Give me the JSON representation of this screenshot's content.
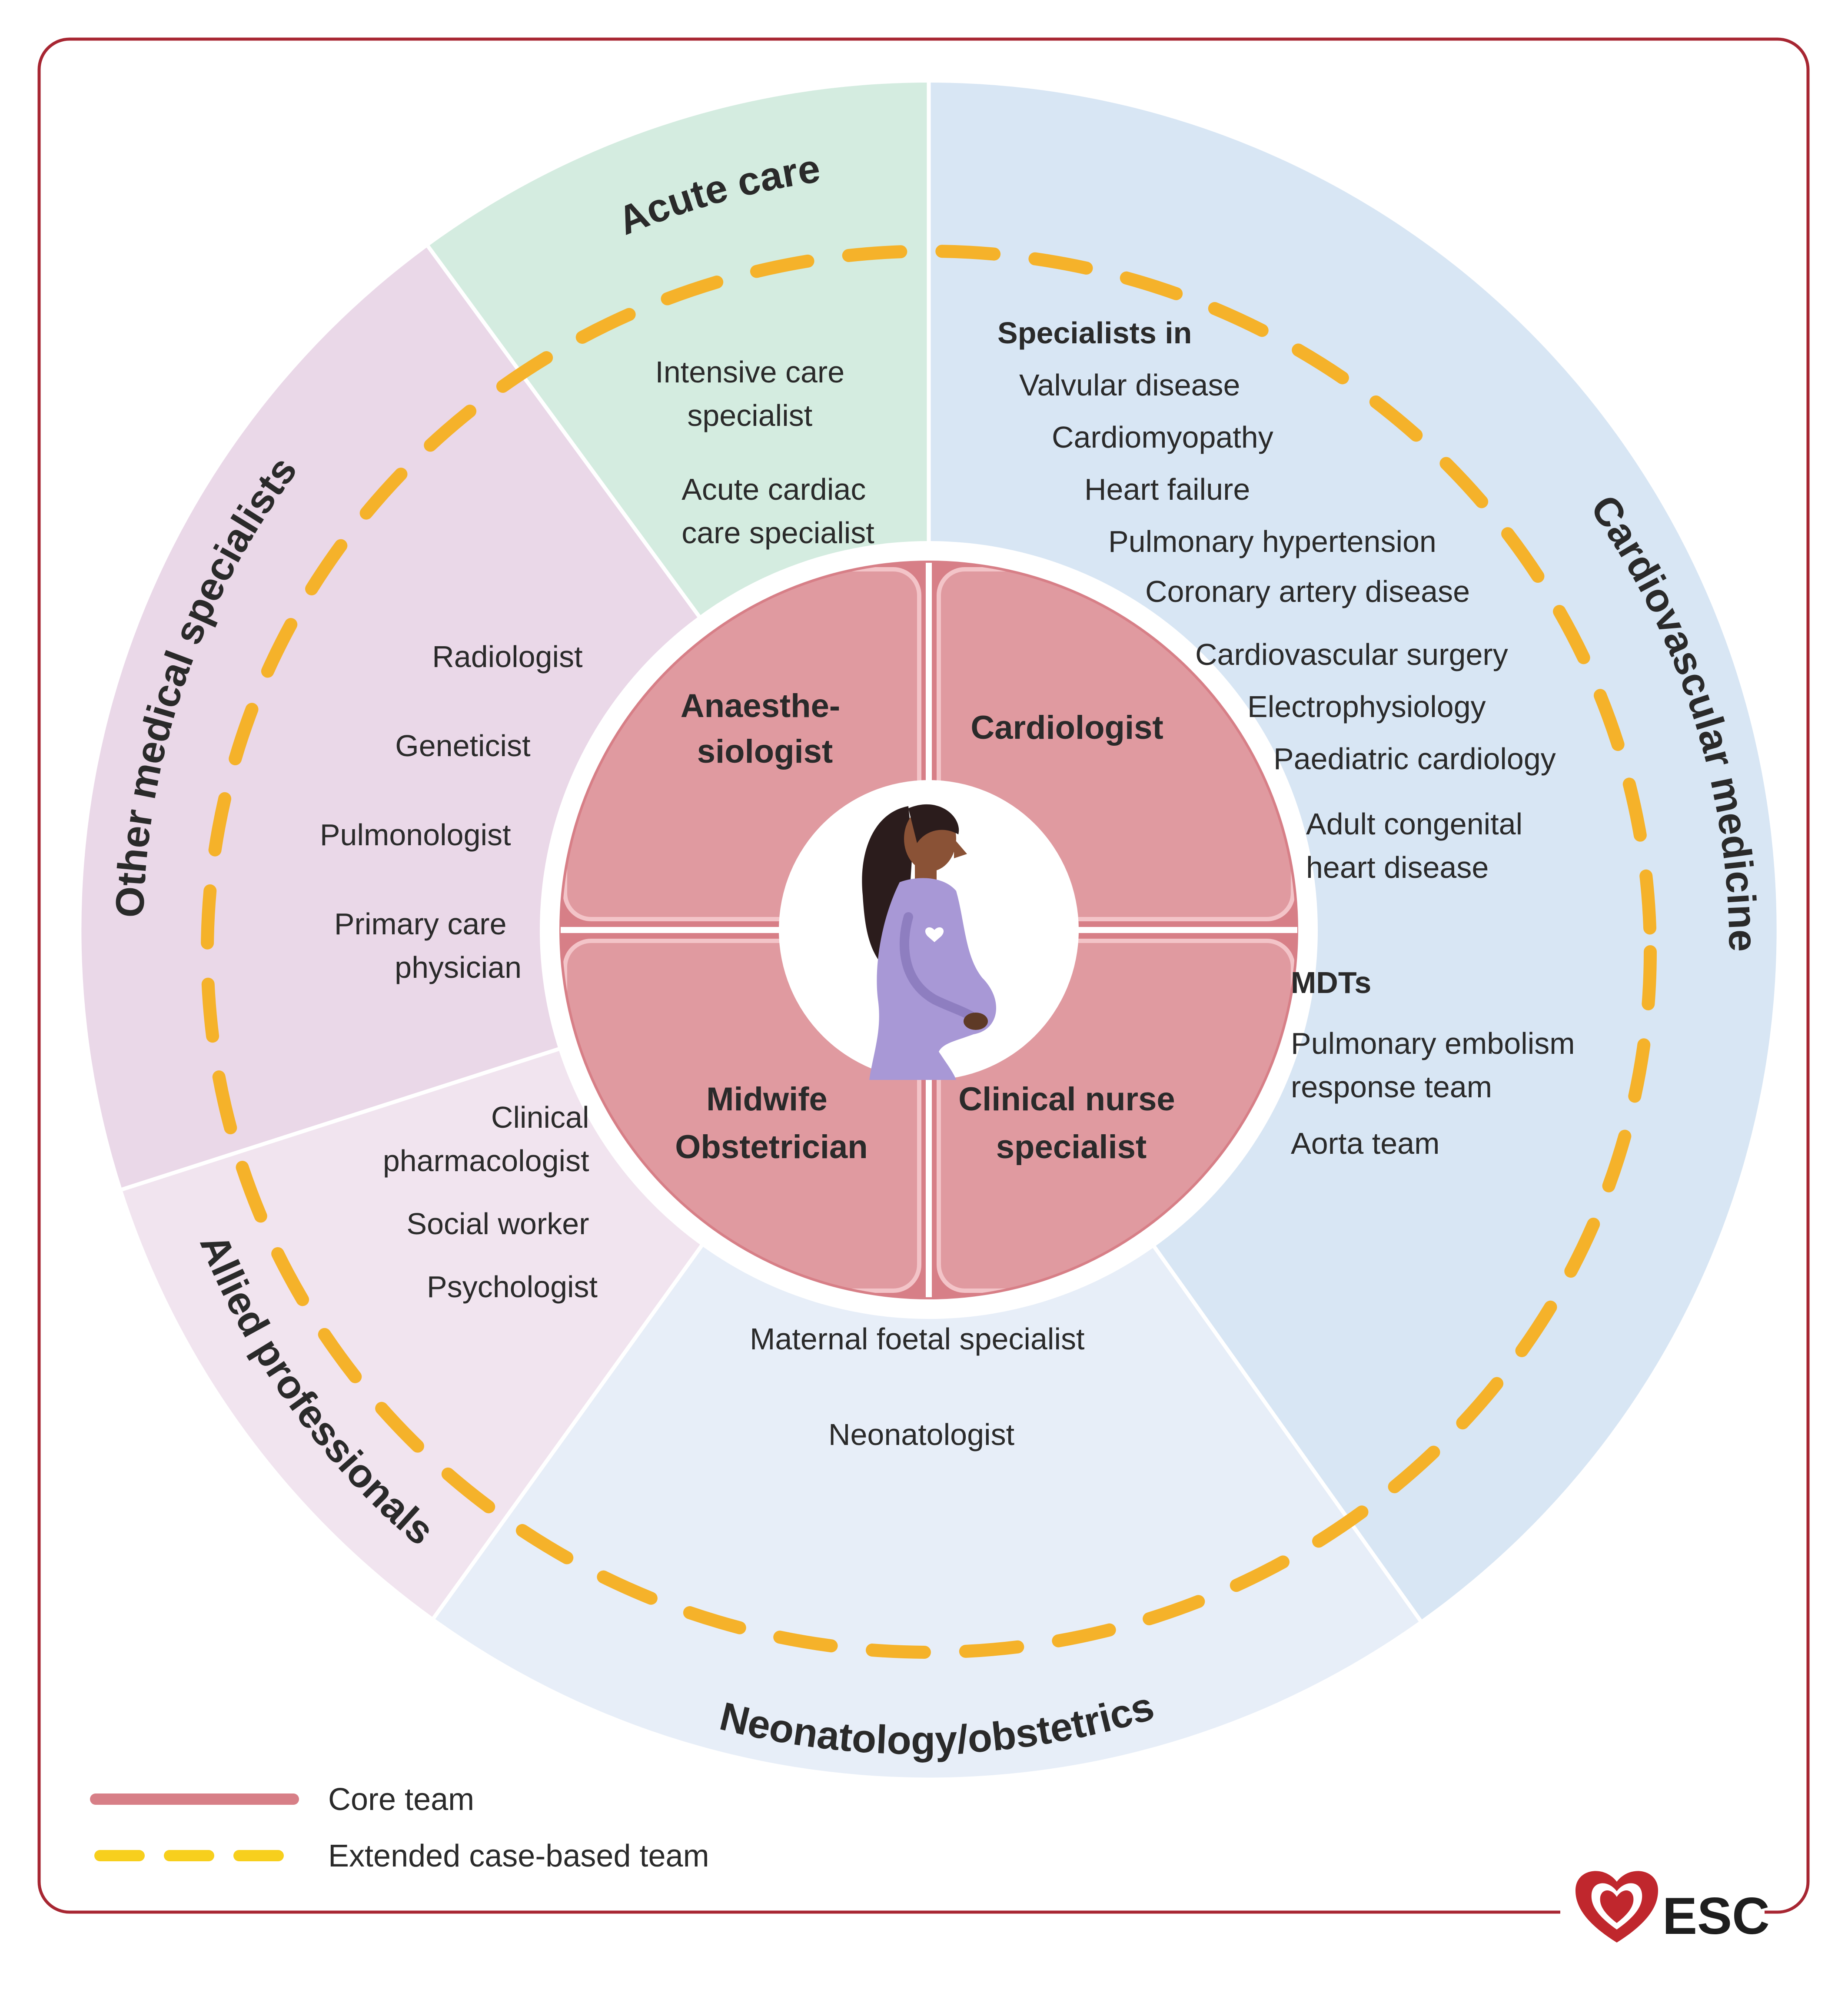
{
  "colors": {
    "frame": "#a72632",
    "acute": "#d4ece0",
    "cardio": "#d8e6f4",
    "neo": "#e7eef8",
    "allied": "#f1e4ef",
    "other": "#ead8e8",
    "core_fill": "#dd9096",
    "core_edge": "#c25a63",
    "dash": "#f5b22a",
    "legend_dash": "#f7cf1d"
  },
  "sectors": {
    "acute": {
      "title": "Acute care",
      "items": [
        "Intensive care",
        "specialist",
        "Acute cardiac",
        "care specialist"
      ]
    },
    "cardio": {
      "title": "Cardiovascular medicine",
      "specialists_heading": "Specialists in",
      "specialists": [
        "Valvular disease",
        "Cardiomyopathy",
        "Heart failure",
        "Pulmonary hypertension",
        "Coronary artery disease",
        "Cardiovascular surgery",
        "Electrophysiology",
        "Paediatric cardiology",
        "Adult congenital",
        "heart disease"
      ],
      "mdt_heading": "MDTs",
      "mdts": [
        "Pulmonary embolism",
        "response team",
        "Aorta team"
      ]
    },
    "neo": {
      "title": "Neonatology/obstetrics",
      "items": [
        "Maternal foetal specialist",
        "Neonatologist"
      ]
    },
    "allied": {
      "title": "Allied professionals",
      "items": [
        "Clinical",
        "pharmacologist",
        "Social worker",
        "Psychologist"
      ]
    },
    "other": {
      "title": "Other medical specialists",
      "items": [
        "Radiologist",
        "Geneticist",
        "Pulmonologist",
        "Primary care",
        "physician"
      ]
    }
  },
  "core": {
    "anaesthesiologist": [
      "Anaesthe-",
      "siologist"
    ],
    "cardiologist": [
      "Cardiologist"
    ],
    "midwife": [
      "Midwife",
      "Obstetrician"
    ],
    "nurse": [
      "Clinical nurse",
      "specialist"
    ]
  },
  "center_icon": "pregnant-woman-icon",
  "legend": {
    "core": "Core team",
    "extended": "Extended case-based team"
  },
  "logo": {
    "icon": "heart-logo-icon",
    "text": "ESC"
  }
}
